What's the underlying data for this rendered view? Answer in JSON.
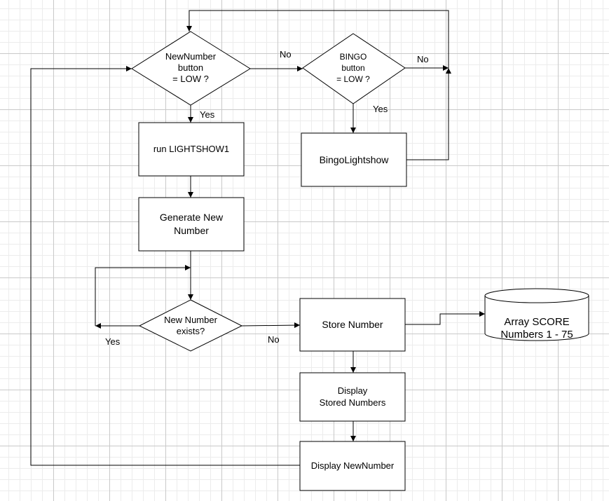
{
  "diagram": {
    "nodes": {
      "newnumber_decision": {
        "lines": [
          "NewNumber",
          "button",
          "= LOW ?"
        ]
      },
      "bingo_decision": {
        "lines": [
          "BINGO",
          "button",
          "= LOW ?"
        ]
      },
      "lightshow1": {
        "lines": [
          "run LIGHTSHOW1"
        ]
      },
      "bingo_lightshow": {
        "lines": [
          "BingoLightshow"
        ]
      },
      "generate_number": {
        "lines": [
          "Generate New",
          "Number"
        ]
      },
      "exists_decision": {
        "lines": [
          "New Number",
          "exists?"
        ]
      },
      "store_number": {
        "lines": [
          "Store Number"
        ]
      },
      "array_score": {
        "lines": [
          "Array SCORE",
          "Numbers 1 - 75"
        ]
      },
      "display_stored": {
        "lines": [
          "Display",
          "Stored Numbers"
        ]
      },
      "display_newnumber": {
        "lines": [
          "Display NewNumber"
        ]
      }
    },
    "edge_labels": {
      "newnumber_no": "No",
      "newnumber_yes": "Yes",
      "bingo_no": "No",
      "bingo_yes": "Yes",
      "exists_yes": "Yes",
      "exists_no": "No"
    }
  }
}
